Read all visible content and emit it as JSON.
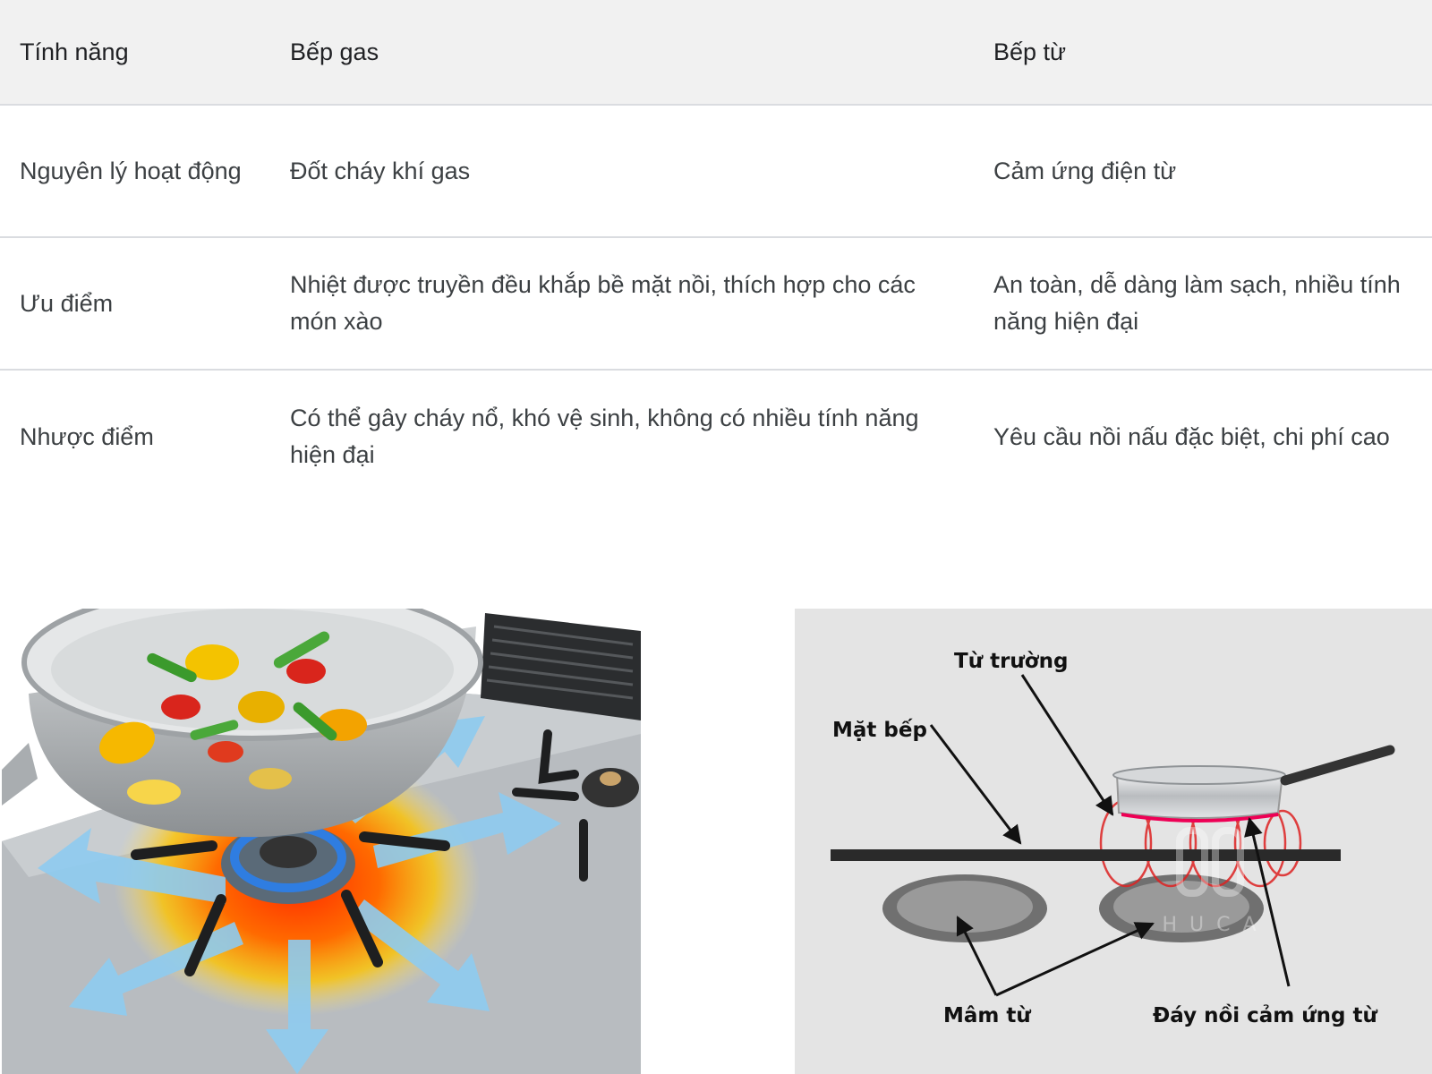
{
  "table": {
    "headers": [
      "Tính năng",
      "Bếp gas",
      "Bếp từ"
    ],
    "rows": [
      [
        "Nguyên lý hoạt động",
        "Đốt cháy khí gas",
        "Cảm ứng điện từ"
      ],
      [
        "Ưu điểm",
        "Nhiệt được truyền đều khắp bề mặt nồi, thích hợp cho các món xào",
        "An toàn, dễ dàng làm sạch, nhiều tính năng hiện đại"
      ],
      [
        "Nhược điểm",
        "Có thể gây cháy nổ, khó vệ sinh, không có nhiều tính năng hiện đại",
        "Yêu cầu nồi nấu đặc biệt, chi phí cao"
      ]
    ]
  },
  "diagram": {
    "label_field": "Từ trường",
    "label_surface": "Mặt bếp",
    "label_coil": "Mâm từ",
    "label_pan_bottom": "Đáy nồi cảm ứng từ",
    "watermark": "HUCA"
  },
  "colors": {
    "header_bg": "#f1f1f1",
    "divider": "#dadce0",
    "flame_blue": "#2f7de1",
    "heat_orange": "#f25a1c",
    "field_red": "#d22"
  }
}
